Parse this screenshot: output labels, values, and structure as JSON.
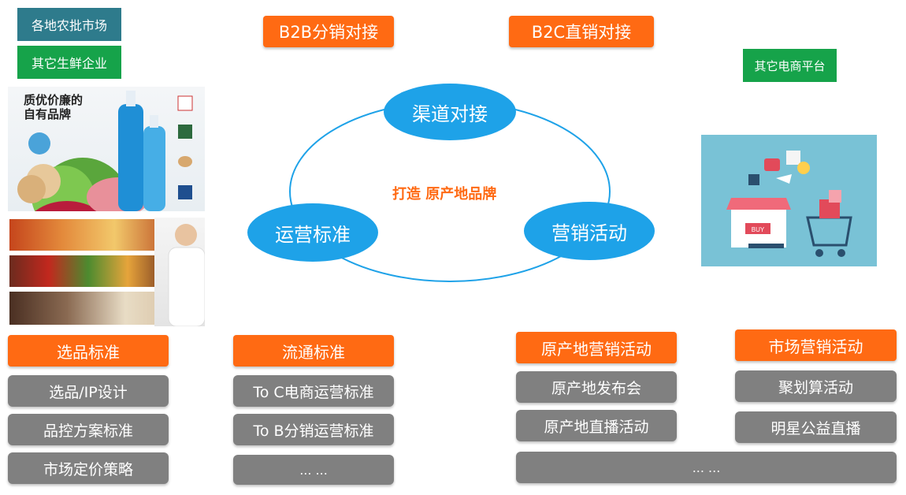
{
  "top_left": {
    "wholesale_markets": "各地农批市场",
    "fresh_enterprises": "其它生鲜企业"
  },
  "top_channels": {
    "b2b": "B2B分销对接",
    "b2c": "B2C直销对接"
  },
  "ecommerce_platforms": "其它电商平台",
  "product_image": {
    "line1": "质优价廉的",
    "line2": "自有品牌"
  },
  "cycle": {
    "top": "渠道对接",
    "left": "运营标准",
    "right": "营销活动",
    "center": "打造 原产地品牌"
  },
  "columns": [
    {
      "header": "选品标准",
      "items": [
        "选品/IP设计",
        "品控方案标准",
        "市场定价策略"
      ]
    },
    {
      "header": "流通标准",
      "items": [
        "To C电商运营标准",
        "To B分销运营标准",
        "... ..."
      ]
    },
    {
      "header": "原产地营销活动",
      "items": [
        "原产地发布会",
        "原产地直播活动"
      ]
    },
    {
      "header": "市场营销活动",
      "items": [
        "聚划算活动",
        "明星公益直播"
      ]
    }
  ],
  "bottom_wide": "... ...",
  "colors": {
    "orange": "#ff6a13",
    "blue": "#1ea2e8",
    "gray": "#808080",
    "teal": "#2e7b8c",
    "green": "#16a34a"
  }
}
